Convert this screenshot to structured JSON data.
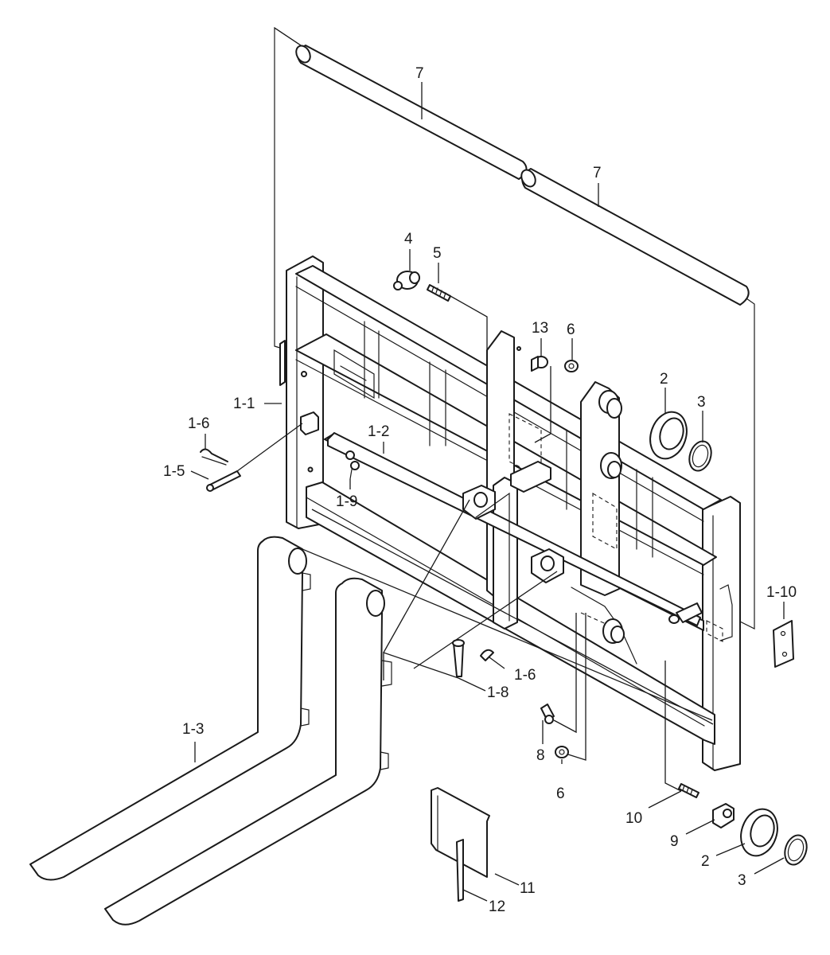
{
  "callouts": [
    {
      "id": "c-7a",
      "text": "7"
    },
    {
      "id": "c-7b",
      "text": "7"
    },
    {
      "id": "c-4",
      "text": "4"
    },
    {
      "id": "c-5",
      "text": "5"
    },
    {
      "id": "c-13",
      "text": "13"
    },
    {
      "id": "c-6a",
      "text": "6"
    },
    {
      "id": "c-2a",
      "text": "2"
    },
    {
      "id": "c-3a",
      "text": "3"
    },
    {
      "id": "c-1-1",
      "text": "1-1"
    },
    {
      "id": "c-1-2",
      "text": "1-2"
    },
    {
      "id": "c-1-6a",
      "text": "1-6"
    },
    {
      "id": "c-1-5",
      "text": "1-5"
    },
    {
      "id": "c-1-9",
      "text": "1-9"
    },
    {
      "id": "c-1-10",
      "text": "1-10"
    },
    {
      "id": "c-1-6b",
      "text": "1-6"
    },
    {
      "id": "c-1-8",
      "text": "1-8"
    },
    {
      "id": "c-1-3",
      "text": "1-3"
    },
    {
      "id": "c-8",
      "text": "8"
    },
    {
      "id": "c-6b",
      "text": "6"
    },
    {
      "id": "c-10",
      "text": "10"
    },
    {
      "id": "c-9",
      "text": "9"
    },
    {
      "id": "c-2b",
      "text": "2"
    },
    {
      "id": "c-3b",
      "text": "3"
    },
    {
      "id": "c-11",
      "text": "11"
    },
    {
      "id": "c-12",
      "text": "12"
    }
  ]
}
